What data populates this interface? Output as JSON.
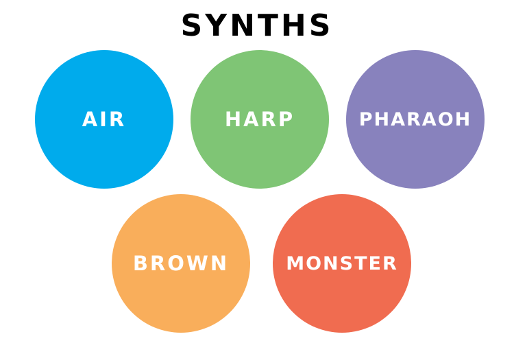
{
  "title": "SYNTHS",
  "circles": [
    {
      "label": "AIR",
      "color": "#00abec"
    },
    {
      "label": "HARP",
      "color": "#7fc575"
    },
    {
      "label": "PHARAOH",
      "color": "#8882bd"
    },
    {
      "label": "BROWN",
      "color": "#f9ae5b"
    },
    {
      "label": "MONSTER",
      "color": "#f06c50"
    }
  ]
}
